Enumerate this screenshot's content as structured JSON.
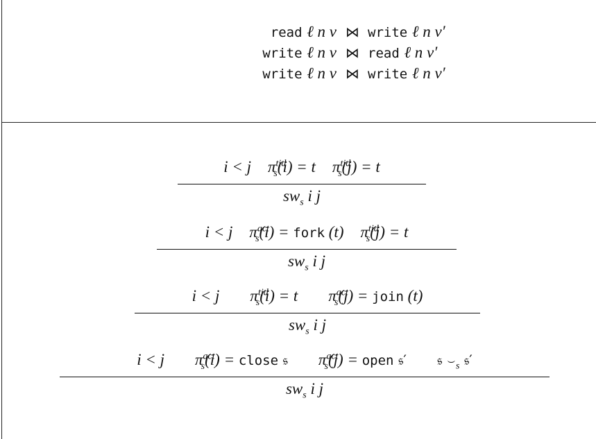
{
  "conflicts": [
    {
      "lhs_op": "read",
      "lhs_args": "ℓ n v",
      "sym": "⋈",
      "rhs_op": "write",
      "rhs_args": "ℓ n v′"
    },
    {
      "lhs_op": "write",
      "lhs_args": "ℓ n v",
      "sym": "⋈",
      "rhs_op": "read",
      "rhs_args": "ℓ n v′"
    },
    {
      "lhs_op": "write",
      "lhs_args": "ℓ n v",
      "sym": "⋈",
      "rhs_op": "write",
      "rhs_args": "ℓ n v′"
    }
  ],
  "rules": [
    {
      "premises": [
        {
          "text": "i < j"
        },
        {
          "pre": "π",
          "sup": "tid",
          "sub": "s",
          "post": "(i) = t"
        },
        {
          "pre": "π",
          "sup": "tid",
          "sub": "s",
          "post": "(j) = t"
        }
      ],
      "conclusion": {
        "main": "sw",
        "sub": "s",
        "tail": " i j"
      }
    },
    {
      "premises": [
        {
          "text": "i < j"
        },
        {
          "pre": "π",
          "sup": "act",
          "sub": "s",
          "post": "(i) = ",
          "tt": "fork",
          "after": " (t)"
        },
        {
          "pre": "π",
          "sup": "tid",
          "sub": "s",
          "post": "(j) = t"
        }
      ],
      "conclusion": {
        "main": "sw",
        "sub": "s",
        "tail": " i j"
      }
    },
    {
      "premises": [
        {
          "text": "i < j"
        },
        {
          "pre": "π",
          "sup": "tid",
          "sub": "s",
          "post": "(i) = t"
        },
        {
          "pre": "π",
          "sup": "act",
          "sub": "s",
          "post": "(j) = ",
          "tt": "join",
          "after": " (t)"
        }
      ],
      "conclusion": {
        "main": "sw",
        "sub": "s",
        "tail": " i j"
      }
    },
    {
      "premises": [
        {
          "text": "i < j"
        },
        {
          "pre": "π",
          "sup": "act",
          "sub": "s",
          "post": "(i) = ",
          "tt": "close",
          "after": " 𝔰"
        },
        {
          "pre": "π",
          "sup": "act",
          "sub": "s",
          "post": "(j) = ",
          "tt": "open",
          "after": " 𝔰′"
        },
        {
          "text": "𝔰 ⌣",
          "sub2": "s",
          "text2": " 𝔰′"
        }
      ],
      "conclusion": {
        "main": "sw",
        "sub": "s",
        "tail": " i j"
      }
    }
  ]
}
